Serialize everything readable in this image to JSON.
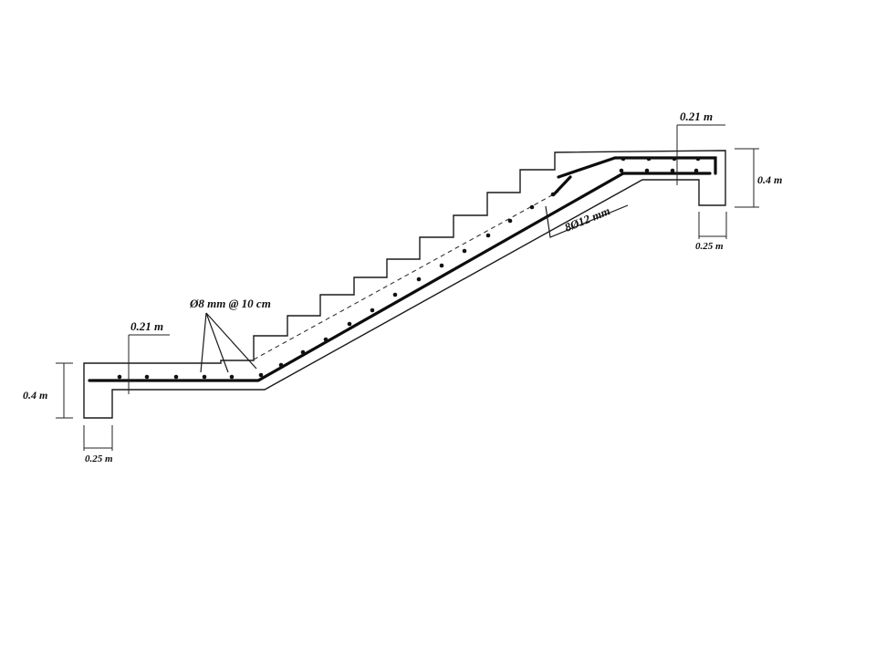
{
  "labels": {
    "left_cover": "0.21 m",
    "left_height": "0.4 m",
    "left_width": "0.25 m",
    "stirrups": "Ø8 mm @ 10 cm",
    "main_bars": "8Ø12 mm",
    "right_cover": "0.21 m",
    "right_height": "0.4 m",
    "right_width": "0.25 m"
  },
  "colors": {
    "line": "#1a1a1a",
    "background": "#ffffff"
  }
}
